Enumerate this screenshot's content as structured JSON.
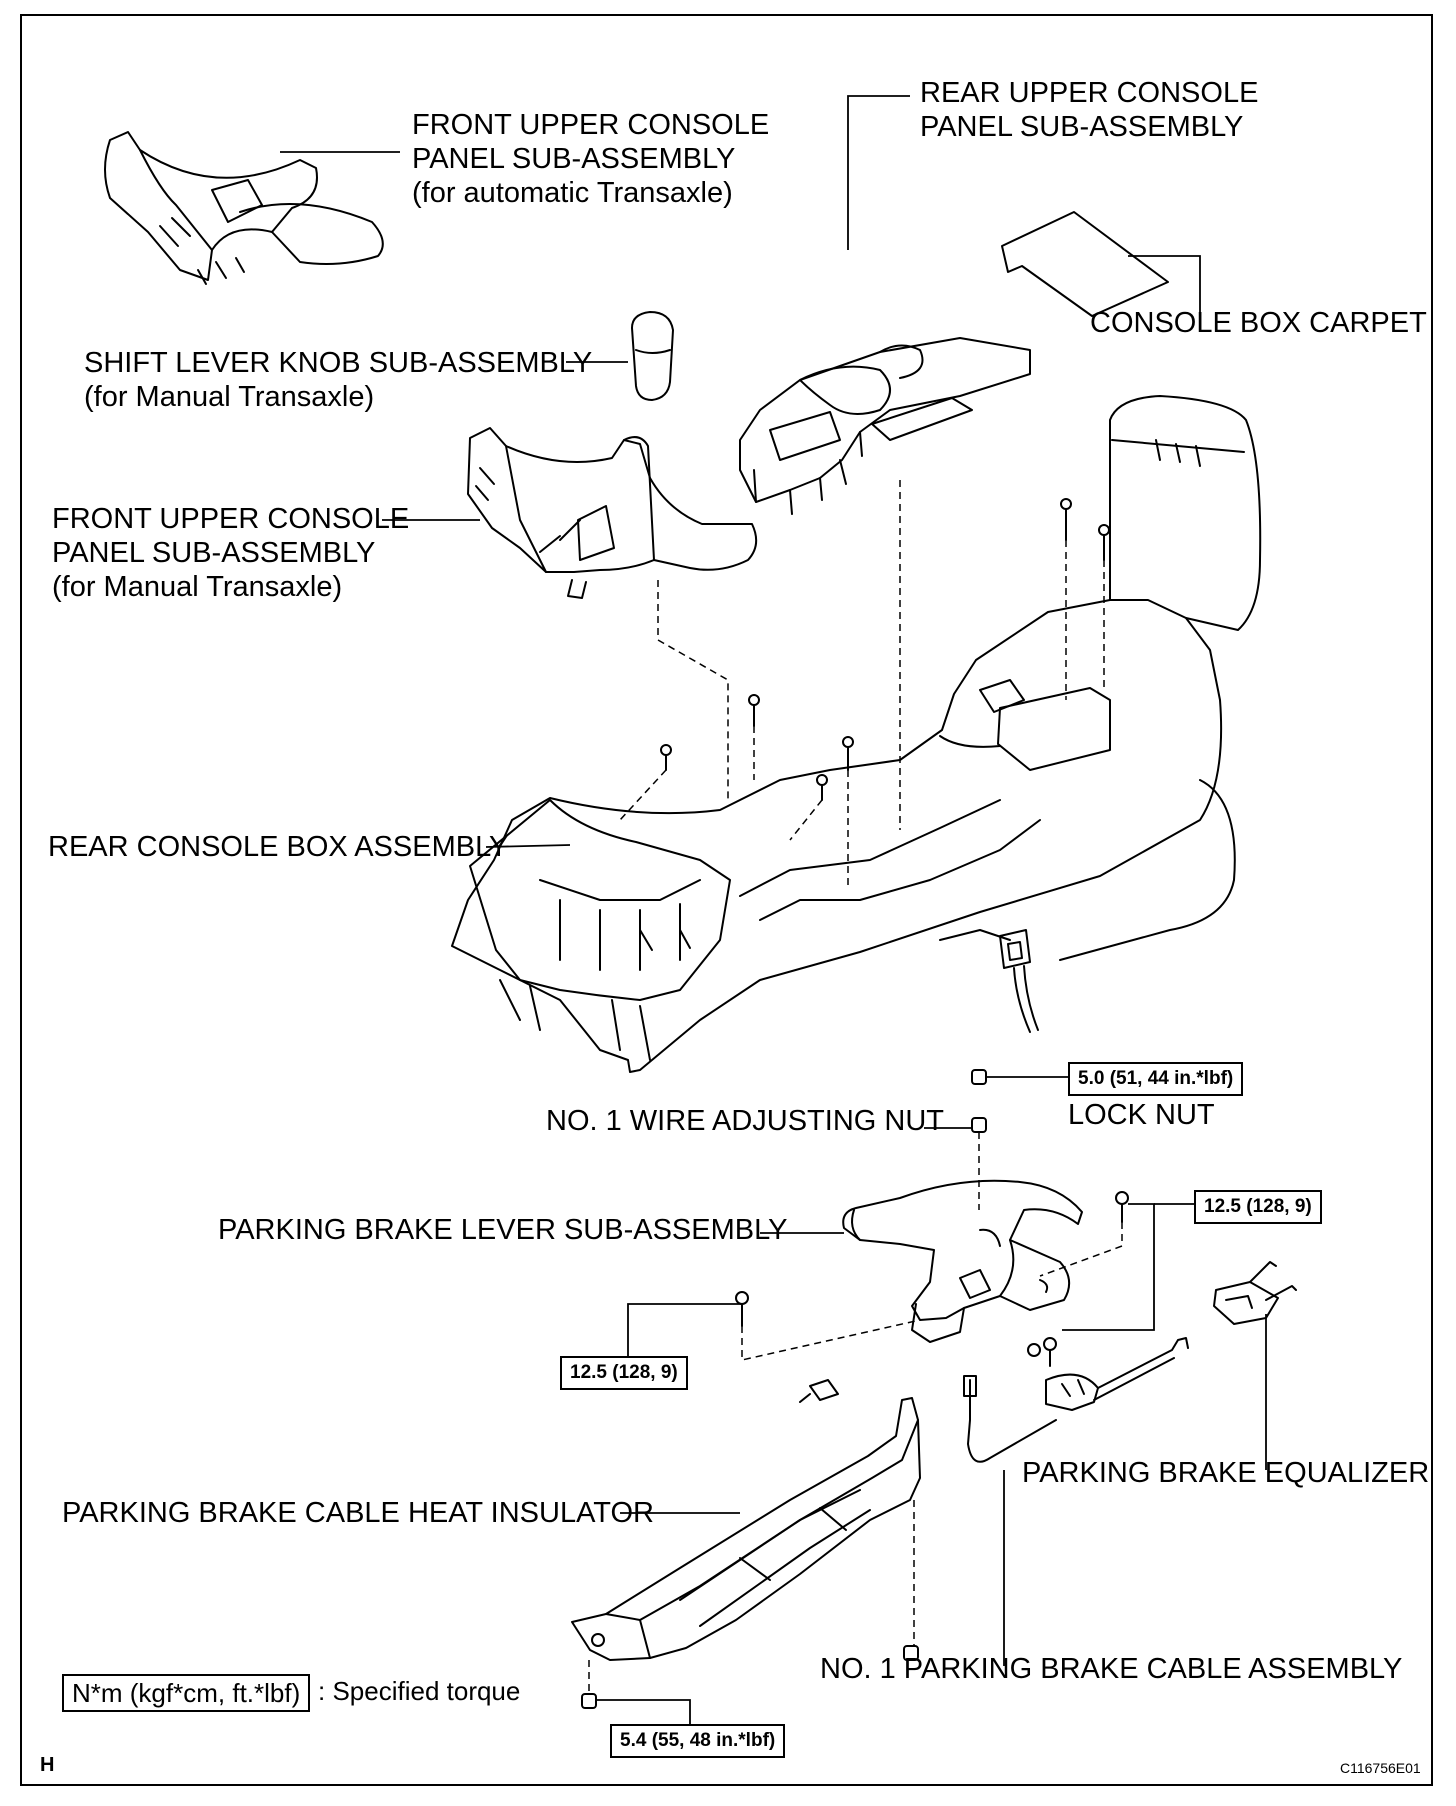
{
  "labels": {
    "front_upper_auto": [
      "FRONT UPPER CONSOLE",
      "PANEL SUB-ASSEMBLY",
      "(for automatic Transaxle)"
    ],
    "rear_upper": [
      "REAR UPPER CONSOLE",
      "PANEL SUB-ASSEMBLY"
    ],
    "console_box_carpet": "CONSOLE BOX CARPET",
    "shift_knob": [
      "SHIFT LEVER KNOB SUB-ASSEMBLY",
      "(for Manual Transaxle)"
    ],
    "front_upper_manual": [
      "FRONT UPPER CONSOLE",
      "PANEL SUB-ASSEMBLY",
      "(for Manual Transaxle)"
    ],
    "rear_console_box": "REAR CONSOLE BOX ASSEMBLY",
    "wire_adjusting_nut": "NO. 1 WIRE ADJUSTING NUT",
    "lock_nut": "LOCK NUT",
    "parking_brake_lever": "PARKING BRAKE LEVER SUB-ASSEMBLY",
    "parking_brake_equalizer": "PARKING BRAKE EQUALIZER",
    "heat_insulator": "PARKING BRAKE CABLE HEAT INSULATOR",
    "cable_assembly": "NO. 1 PARKING BRAKE CABLE ASSEMBLY"
  },
  "torques": {
    "lock_nut": "5.0 (51, 44 in.*lbf)",
    "lever_right": "12.5 (128, 9)",
    "lever_left": "12.5 (128, 9)",
    "insulator": "5.4 (55, 48 in.*lbf)"
  },
  "legend": {
    "unit_box": "N*m (kgf*cm, ft.*lbf)",
    "description": ": Specified torque"
  },
  "corner_letter": "H",
  "figure_code": "C116756E01"
}
